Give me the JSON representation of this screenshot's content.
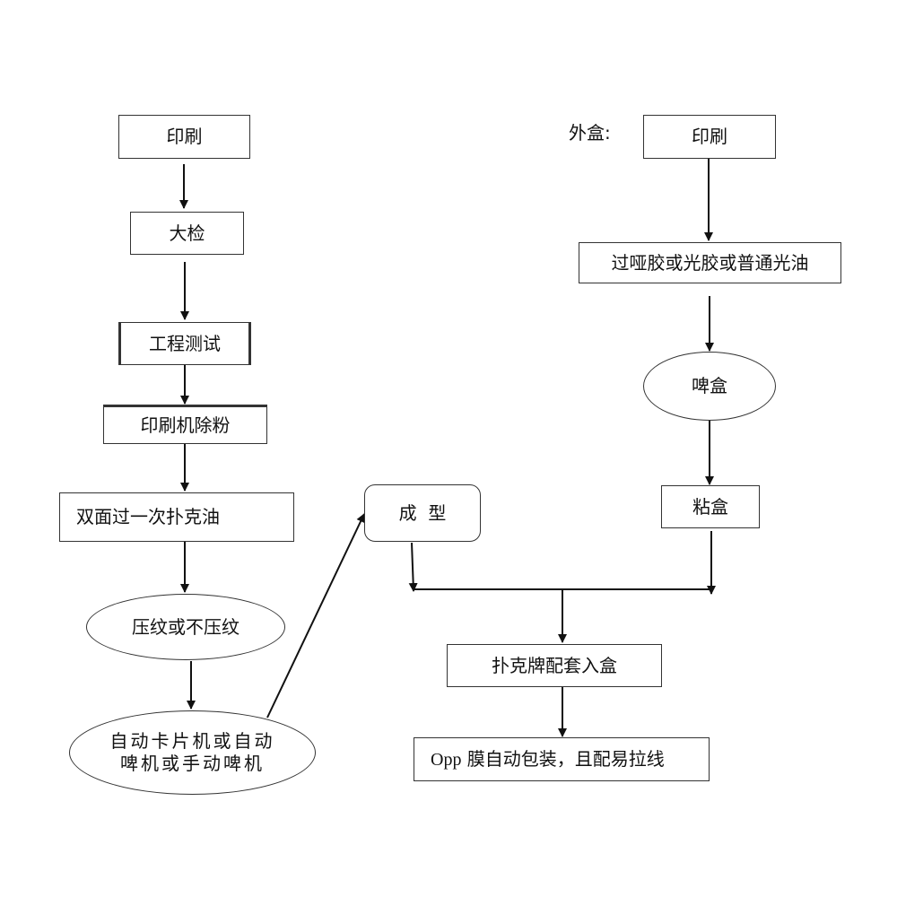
{
  "left_chain": {
    "n1": "印刷",
    "n2": "大检",
    "n3": "工程测试",
    "n4": "印刷机除粉",
    "n5": "双面过一次扑克油",
    "n6": "压纹或不压纹",
    "n7_line1": "自动卡片机或自动",
    "n7_line2": "啤机或手动啤机"
  },
  "outer_box": {
    "label": "外盒:",
    "n1": "印刷",
    "n2": "过哑胶或光胶或普通光油",
    "n3": "啤盒",
    "n4": "粘盒"
  },
  "merge": {
    "forming": "成  型",
    "assemble": "扑克牌配套入盒",
    "final_prefix": "Opp",
    "final_rest": " 膜自动包装，且配易拉线"
  }
}
